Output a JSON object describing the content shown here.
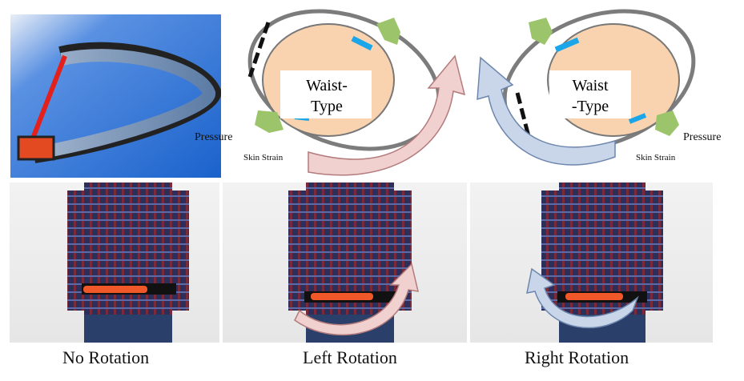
{
  "top_left_photo": {
    "desc_icon": "belt-photo"
  },
  "diagram_left": {
    "label_line1": "Waist-",
    "label_line2": "Type",
    "pressure": "Pressure",
    "skin_strain": "Skin Strain"
  },
  "diagram_right": {
    "label_line1": "Waist",
    "label_line2": "-Type",
    "pressure": "Pressure",
    "skin_strain": "Skin Strain"
  },
  "captions": {
    "none": "No Rotation",
    "left": "Left Rotation",
    "right": "Right Rotation"
  },
  "colors": {
    "belt_bg": "#1a6fd6",
    "waist_fill": "#f9d3b0",
    "arrow_pink": "#f1d0d0",
    "arrow_blue": "#c9d6ea",
    "green_pressure": "#9cc46a",
    "blue_strain": "#1aa6e8",
    "belt_orange": "#f0582a"
  }
}
